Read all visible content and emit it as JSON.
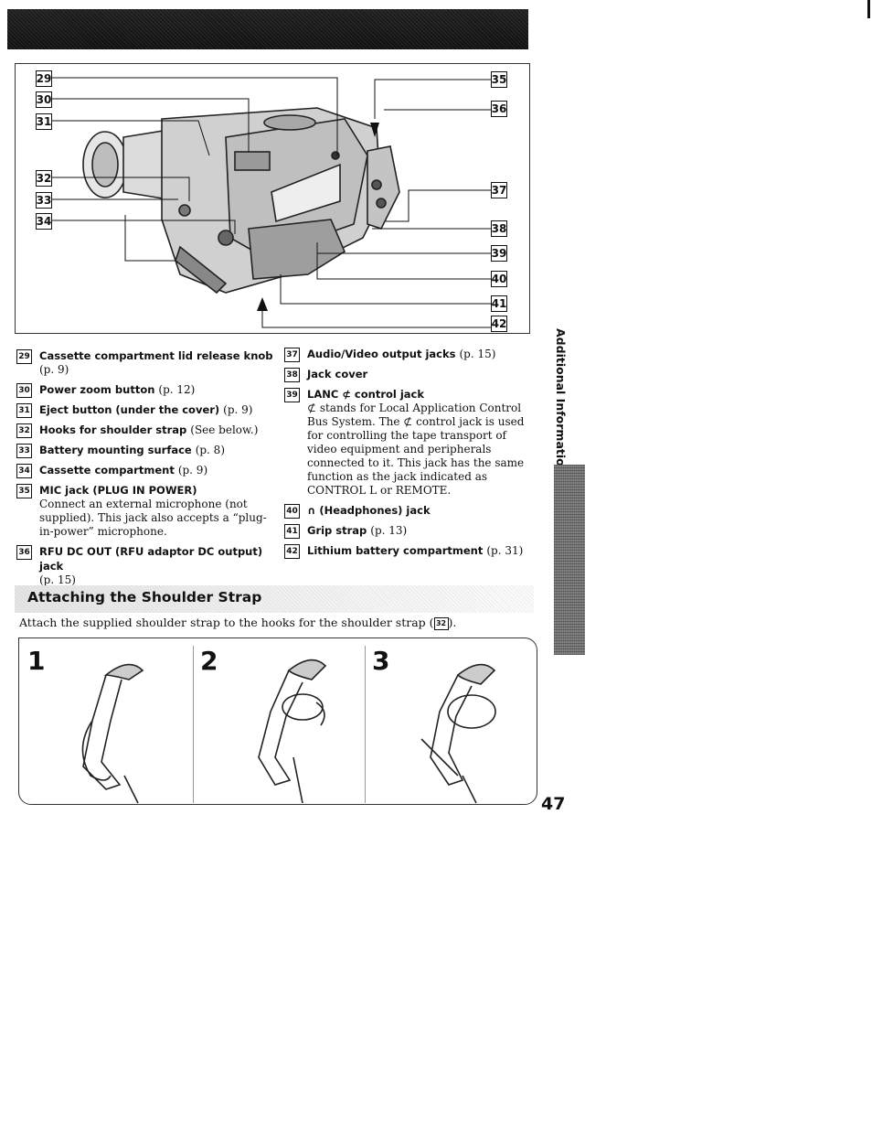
{
  "header": {
    "bar": "black header band"
  },
  "diagram": {
    "callouts_left": [
      "29",
      "30",
      "31",
      "32",
      "33",
      "34"
    ],
    "callouts_right": [
      "35",
      "36",
      "37",
      "38",
      "39",
      "40",
      "41",
      "42"
    ]
  },
  "parts_left": [
    {
      "num": "29",
      "title": "Cassette compartment lid release knob",
      "page": "(p. 9)"
    },
    {
      "num": "30",
      "title": "Power zoom button",
      "page": "(p. 12)"
    },
    {
      "num": "31",
      "title": "Eject button (under the cover)",
      "page": "(p. 9)"
    },
    {
      "num": "32",
      "title": "Hooks for shoulder strap",
      "page": "(See below.)"
    },
    {
      "num": "33",
      "title": "Battery mounting surface",
      "page": "(p. 8)"
    },
    {
      "num": "34",
      "title": "Cassette compartment",
      "page": "(p. 9)"
    },
    {
      "num": "35",
      "title": "MIC jack (PLUG IN POWER)",
      "page": "",
      "desc": "Connect an external microphone (not supplied). This jack also accepts a “plug-in-power” microphone."
    },
    {
      "num": "36",
      "title": "RFU DC OUT (RFU adaptor DC output) jack",
      "page": "(p. 15)"
    }
  ],
  "parts_right": [
    {
      "num": "37",
      "title": "Audio/Video output jacks",
      "page": "(p. 15)"
    },
    {
      "num": "38",
      "title": "Jack cover",
      "page": ""
    },
    {
      "num": "39",
      "title": "LANC ⊄ control jack",
      "page": "",
      "desc": "⊄ stands for Local Application Control Bus System. The ⊄ control jack is used for controlling the tape transport of video equipment and peripherals connected to it. This jack has the same function as the jack indicated as CONTROL L or REMOTE."
    },
    {
      "num": "40",
      "title": "∩ (Headphones) jack",
      "page": ""
    },
    {
      "num": "41",
      "title": "Grip strap",
      "page": "(p. 13)"
    },
    {
      "num": "42",
      "title": "Lithium battery compartment",
      "page": "(p. 31)"
    }
  ],
  "side_tab": {
    "label": "Additional Information"
  },
  "section": {
    "title": "Attaching the Shoulder Strap",
    "intro_before": "Attach the supplied shoulder strap to the hooks for the shoulder strap (",
    "intro_ref": "32",
    "intro_after": ")."
  },
  "steps": [
    "1",
    "2",
    "3"
  ],
  "page_number": "47"
}
